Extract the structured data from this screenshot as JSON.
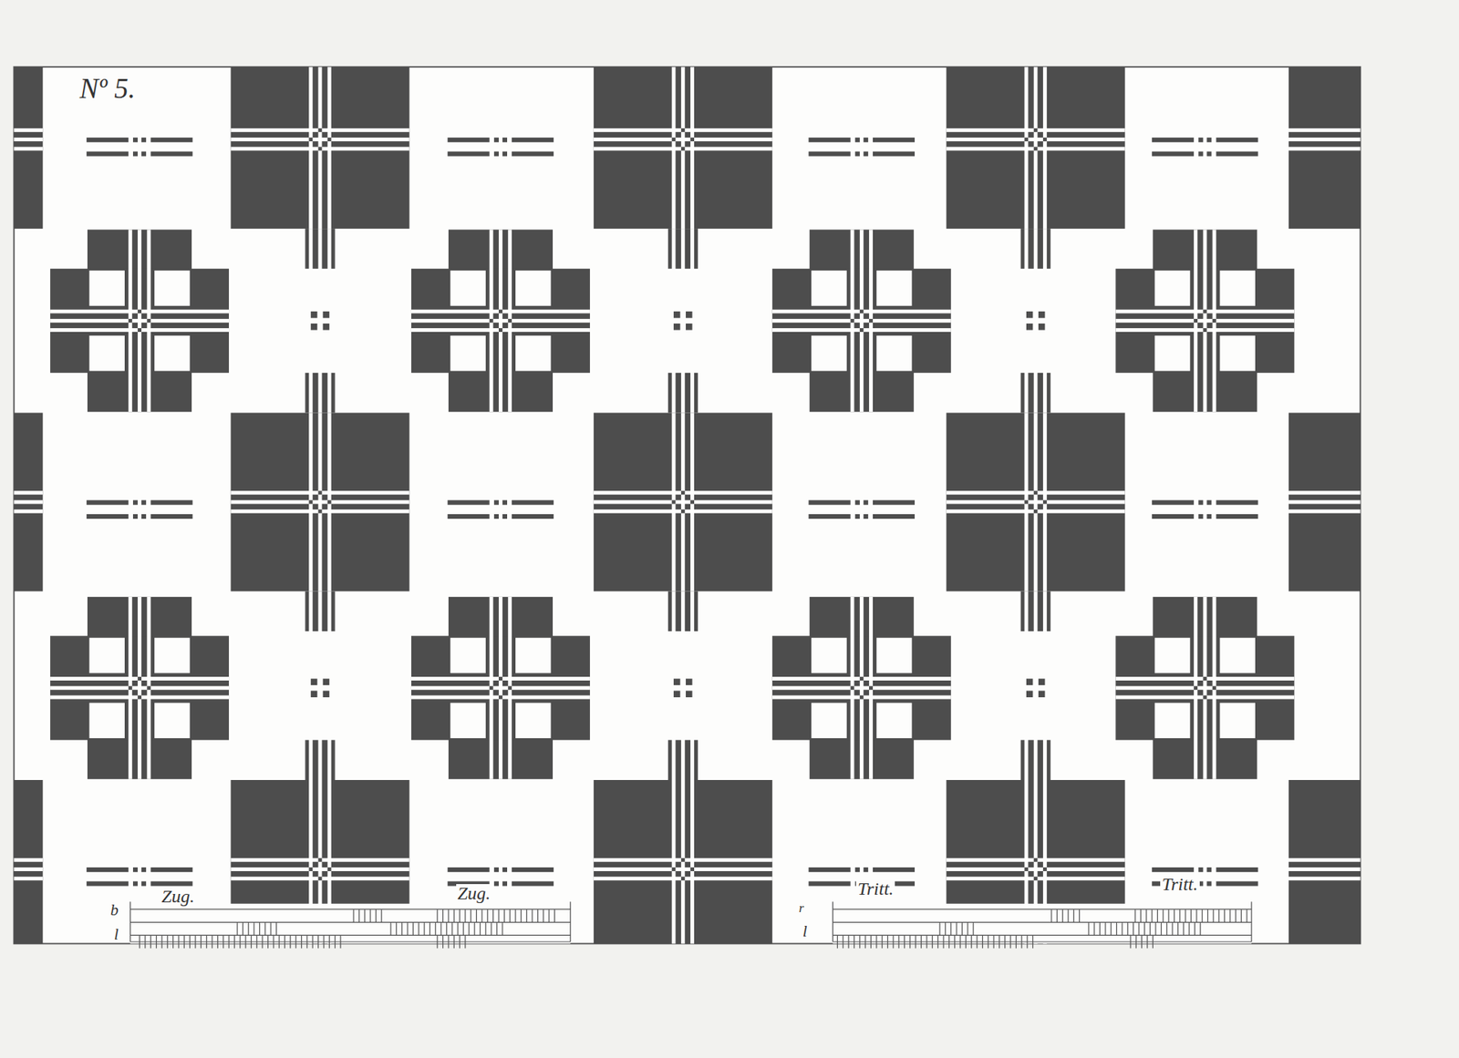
{
  "diagram": {
    "labels": [
      "Nº 5.",
      "Zug.",
      "Zug.",
      "Tritt.",
      "Tritt.",
      "b",
      "l",
      "r",
      "l"
    ]
  }
}
